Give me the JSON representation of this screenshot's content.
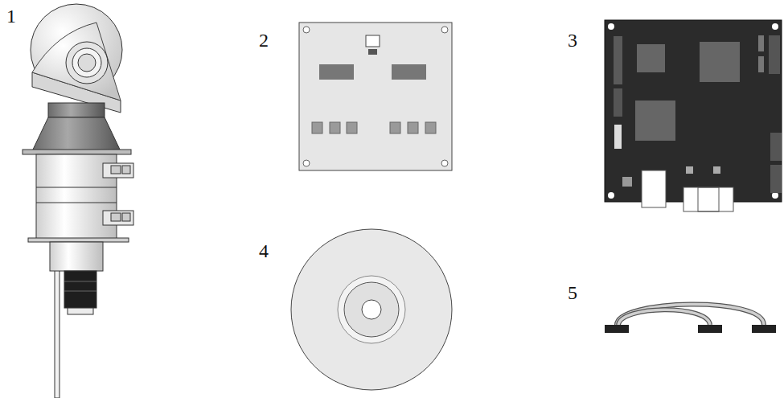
{
  "diagram": {
    "labels": [
      "1",
      "2",
      "4",
      "3",
      "5"
    ]
  }
}
